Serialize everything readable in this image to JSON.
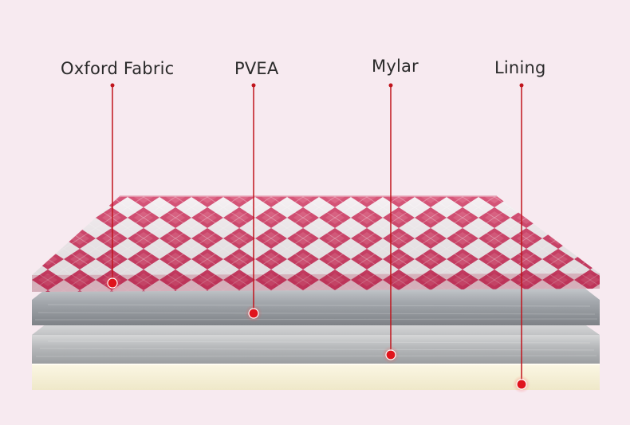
{
  "layers": [
    {
      "id": "oxford",
      "label": "Oxford Fabric"
    },
    {
      "id": "pvea",
      "label": "PVEA"
    },
    {
      "id": "mylar",
      "label": "Mylar"
    },
    {
      "id": "lining",
      "label": "Lining"
    }
  ],
  "colors": {
    "background": "#f7eaf0",
    "fabric_red": "#d03a63",
    "fabric_white": "#f4f1f3",
    "pvea_gray": "#9a9ea3",
    "mylar_gray": "#b3b5b7",
    "lining_cream": "#f6f1d7",
    "leader_red": "#c0141c"
  }
}
